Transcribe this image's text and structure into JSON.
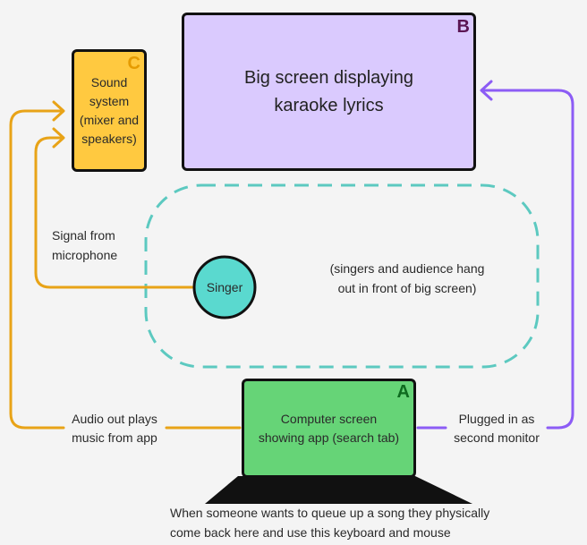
{
  "nodes": {
    "big_screen": {
      "letter": "B",
      "label_line1": "Big screen displaying",
      "label_line2": "karaoke lyrics"
    },
    "sound_system": {
      "letter": "C",
      "label_line1": "Sound",
      "label_line2": "system",
      "label_line3": "(mixer and",
      "label_line4": "speakers)"
    },
    "computer": {
      "letter": "A",
      "label_line1": "Computer screen",
      "label_line2": "showing app (search tab)"
    },
    "singer": {
      "label": "Singer"
    }
  },
  "annotations": {
    "audience_line1": "(singers and audience hang",
    "audience_line2": "out in front of big screen)",
    "mic_line1": "Signal from",
    "mic_line2": "microphone",
    "audio_line1": "Audio out plays",
    "audio_line2": "music from app",
    "plugged_line1": "Plugged in as",
    "plugged_line2": "second monitor",
    "keyboard_line1": "When someone wants to queue up a song they physically",
    "keyboard_line2": "come back here and use this keyboard and mouse"
  },
  "colors": {
    "background": "#f4f4f4",
    "big_screen_fill": "#dacafe",
    "big_screen_letter": "#5b1654",
    "sound_fill": "#ffc940",
    "sound_letter": "#e59b00",
    "computer_fill": "#66d477",
    "computer_letter": "#0e6b1f",
    "singer_fill": "#5ad9cf",
    "dashed_outline": "#5cc9c0",
    "orange_arrow": "#e8a317",
    "purple_arrow": "#8c5cf5",
    "laptop_base": "#111111"
  }
}
